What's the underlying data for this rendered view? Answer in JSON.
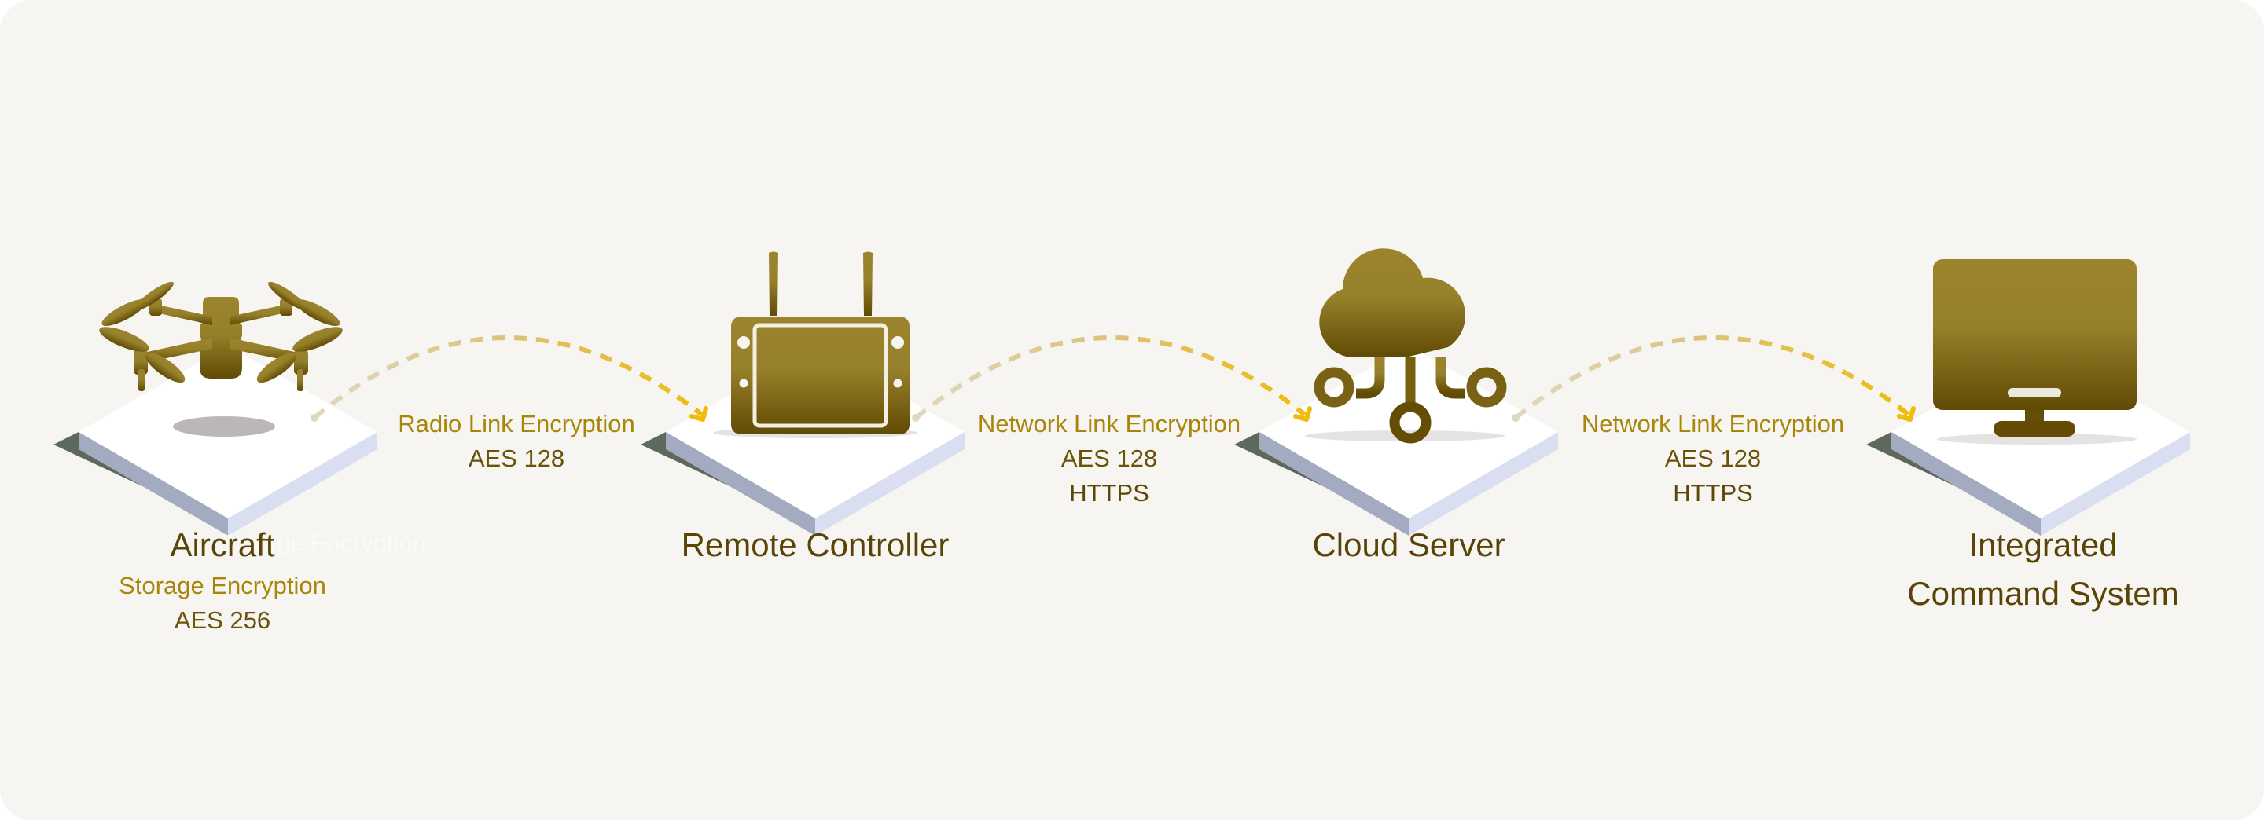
{
  "diagram": {
    "nodes": [
      {
        "id": "aircraft",
        "title": "Aircraft",
        "icon": "drone-icon",
        "encryption": {
          "name": "Storage Encryption",
          "values": [
            "AES 256"
          ]
        }
      },
      {
        "id": "remote-controller",
        "title": "Remote Controller",
        "icon": "remote-controller-icon"
      },
      {
        "id": "cloud-server",
        "title": "Cloud Server",
        "icon": "cloud-network-icon"
      },
      {
        "id": "integrated-command-system",
        "title_lines": [
          "Integrated",
          "Command System"
        ],
        "icon": "monitor-icon"
      }
    ],
    "links": [
      {
        "from": "aircraft",
        "to": "remote-controller",
        "name": "Radio Link Encryption",
        "values": [
          "AES 128"
        ],
        "icon": "dashed-arrow-icon"
      },
      {
        "from": "remote-controller",
        "to": "cloud-server",
        "name": "Network Link Encryption",
        "values": [
          "AES 128",
          "HTTPS"
        ],
        "icon": "dashed-arrow-icon"
      },
      {
        "from": "cloud-server",
        "to": "integrated-command-system",
        "name": "Network Link Encryption",
        "values": [
          "AES 128",
          "HTTPS"
        ],
        "icon": "dashed-arrow-icon"
      }
    ],
    "colors": {
      "background": "#f6f5f2",
      "icon_gradient_top": "#9c842e",
      "icon_gradient_bottom": "#634b05",
      "arrow_start": "#e0d8be",
      "arrow_end": "#f0bb0a",
      "encryption_label": "#a8860a",
      "title_text": "#5a4405",
      "platform_top": "#ffffff",
      "platform_left_edge": "#a3abc0",
      "platform_right_edge": "#d9def0",
      "platform_shadow": "#5f6a5e"
    }
  }
}
